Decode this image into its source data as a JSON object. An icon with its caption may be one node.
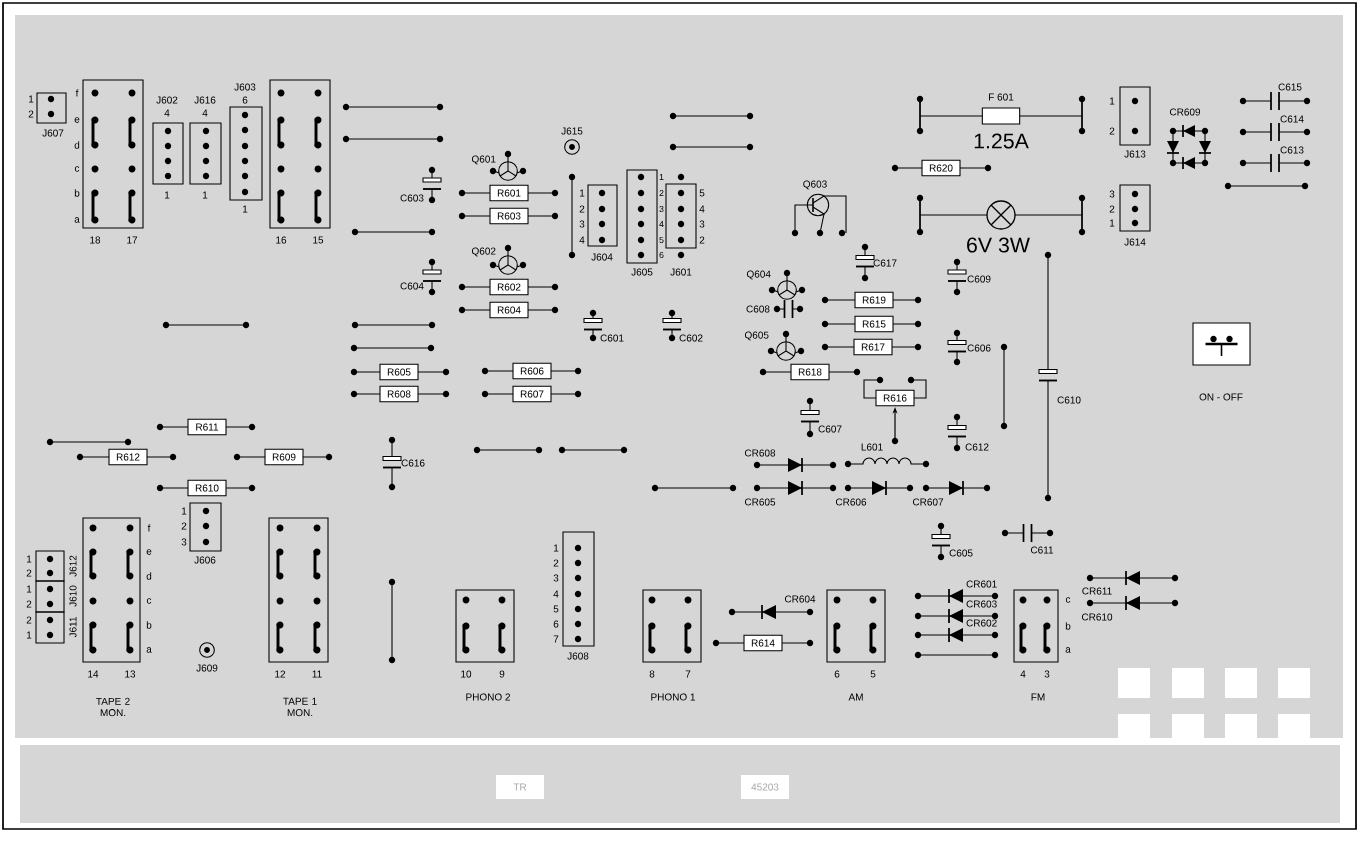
{
  "diagram": {
    "nodes": [
      {
        "text": [
          "R601"
        ]
      },
      {
        "text": [
          "R603"
        ]
      },
      {
        "text": [
          "R602"
        ]
      },
      {
        "text": [
          "R604"
        ]
      },
      {
        "text": [
          "R620"
        ]
      },
      {
        "text": [
          "R619"
        ]
      },
      {
        "text": [
          "R615"
        ]
      },
      {
        "text": [
          "R617"
        ]
      },
      {
        "text": [
          "R618"
        ]
      },
      {
        "text": [
          "R616"
        ]
      },
      {
        "text": [
          "R605"
        ]
      },
      {
        "text": [
          "R608"
        ]
      },
      {
        "text": [
          "R606"
        ]
      },
      {
        "text": [
          "R607"
        ]
      },
      {
        "text": [
          "R611"
        ]
      },
      {
        "text": [
          "R612"
        ]
      },
      {
        "text": [
          "R609"
        ]
      },
      {
        "text": [
          "R610"
        ]
      },
      {
        "text": [
          "R614"
        ]
      },
      {
        "text": [
          "F 601",
          "1.25A"
        ]
      },
      {
        "text": [
          "J607"
        ],
        "beside": [
          "1",
          "2"
        ]
      },
      {
        "text": [
          "J602"
        ],
        "beside": [
          "4",
          "1"
        ]
      },
      {
        "text": [
          "J616"
        ],
        "beside": [
          "4",
          "1"
        ]
      },
      {
        "text": [
          "J603"
        ],
        "beside": [
          "6",
          "1"
        ]
      },
      {
        "text": [
          "J604"
        ],
        "beside": [
          "1",
          "2",
          "3",
          "4"
        ]
      },
      {
        "text": [
          "J605"
        ],
        "beside": [
          "1",
          "2",
          "3",
          "4",
          "5",
          "6"
        ]
      },
      {
        "text": [
          "J601"
        ],
        "beside": [
          "5",
          "4",
          "3",
          "2"
        ]
      },
      {
        "text": [
          "J613"
        ],
        "beside": [
          "1",
          "2"
        ]
      },
      {
        "text": [
          "J614"
        ],
        "beside": [
          "3",
          "2",
          "1"
        ]
      },
      {
        "text": [
          "J606"
        ],
        "beside": [
          "1",
          "2",
          "3"
        ]
      },
      {
        "text": [
          "J612"
        ],
        "beside": [
          "1",
          "2"
        ]
      },
      {
        "text": [
          "J610"
        ],
        "beside": [
          "1",
          "2"
        ]
      },
      {
        "text": [
          "J611"
        ],
        "beside": [
          "2",
          "1"
        ]
      },
      {
        "text": [
          "J608"
        ],
        "beside": [
          "1",
          "2",
          "3",
          "4",
          "5",
          "6",
          "7"
        ]
      },
      {
        "text": [
          "18",
          "17"
        ],
        "beside": [
          "f",
          "e",
          "d",
          "c",
          "b",
          "a"
        ]
      },
      {
        "text": [
          "16",
          "15"
        ]
      },
      {
        "text": [
          "14",
          "13"
        ],
        "beside": [
          "f",
          "e",
          "d",
          "c",
          "b",
          "a",
          "TAPE 2 MON."
        ]
      },
      {
        "text": [
          "12",
          "11"
        ],
        "beside": [
          "TAPE 1 MON."
        ]
      },
      {
        "text": [
          "10",
          "9"
        ],
        "beside": [
          "PHONO 2"
        ]
      },
      {
        "text": [
          "8",
          "7"
        ],
        "beside": [
          "PHONO 1"
        ]
      },
      {
        "text": [
          "6",
          "5"
        ],
        "beside": [
          "AM"
        ]
      },
      {
        "text": [
          "4",
          "3"
        ],
        "beside": [
          "c",
          "b",
          "a",
          "FM"
        ]
      },
      {
        "text": [
          "ON - OFF"
        ]
      }
    ],
    "labels": [
      "Q601",
      "J615",
      "C603",
      "Q602",
      "C604",
      "Q603",
      "C617",
      "Q604",
      "C609",
      "C608",
      "C601",
      "C602",
      "Q605",
      "C606",
      "C607",
      "C612",
      "C616",
      "CR608",
      "L601",
      "CR605",
      "CR606",
      "CR607",
      "C605",
      "C611",
      "CR604",
      "CR601",
      "CR603",
      "CR602",
      "CR611",
      "CR610",
      "CR609",
      "C615",
      "C614",
      "C613",
      "6V 3W",
      "C610",
      "J609",
      "TR",
      "45203"
    ]
  }
}
